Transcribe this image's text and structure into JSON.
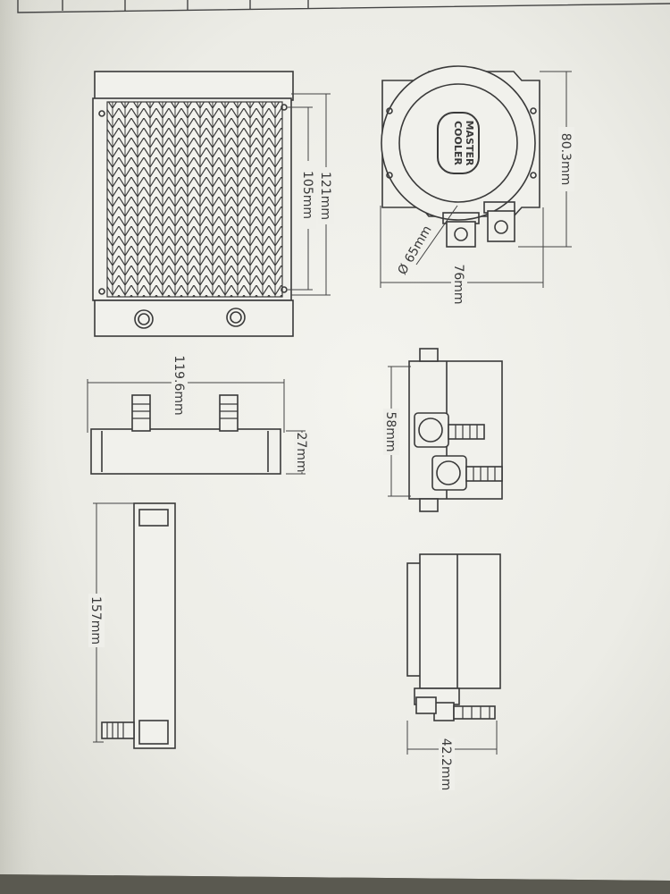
{
  "brand_logo": {
    "line1": "COOLER",
    "line2": "MASTER"
  },
  "dimensions": {
    "radiator_height": "121mm",
    "radiator_mount": "105mm",
    "radiator_width": "119.6mm",
    "radiator_thickness": "27mm",
    "tube_length": "157mm",
    "pump_height": "80.3mm",
    "pump_width": "76mm",
    "pump_diameter": "Ø 65mm",
    "pump_depth": "58mm",
    "pump_side_depth": "42.2mm"
  }
}
